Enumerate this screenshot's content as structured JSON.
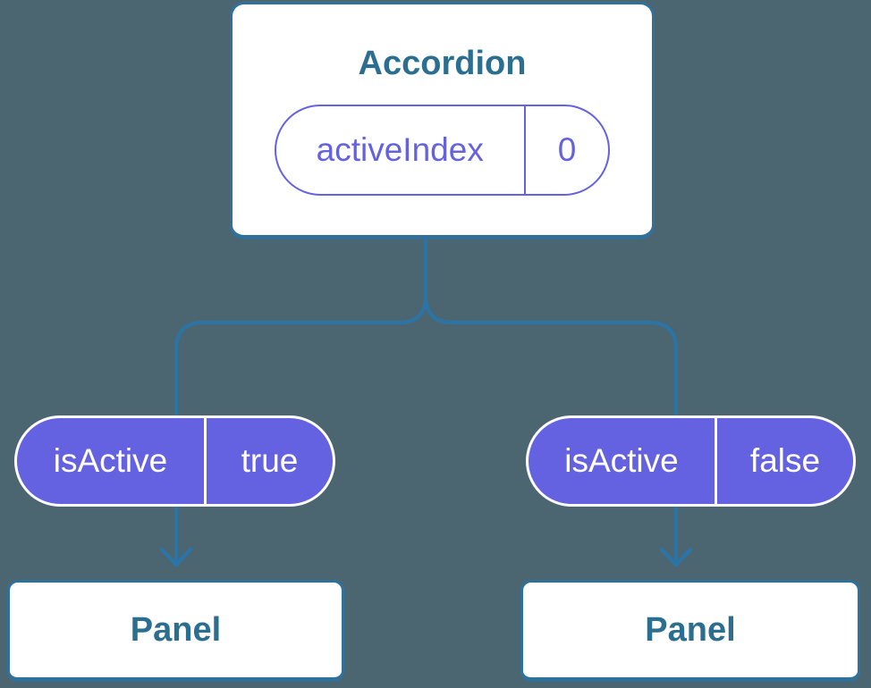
{
  "diagram": {
    "kind": "component-tree",
    "colors": {
      "background": "#4B6670",
      "connector_line": "#2D74A6",
      "card_border": "#2F719B",
      "card_text": "#2C6E8F",
      "prop_purple": "#6462E0",
      "pill_text_on_purple": "#FFFFFF",
      "card_background": "#FFFFFF"
    },
    "tree": {
      "root": {
        "title": "Accordion",
        "state": {
          "name": "activeIndex",
          "value": "0"
        }
      },
      "children": [
        {
          "title": "Panel",
          "prop": {
            "name": "isActive",
            "value": "true"
          }
        },
        {
          "title": "Panel",
          "prop": {
            "name": "isActive",
            "value": "false"
          }
        }
      ]
    }
  }
}
